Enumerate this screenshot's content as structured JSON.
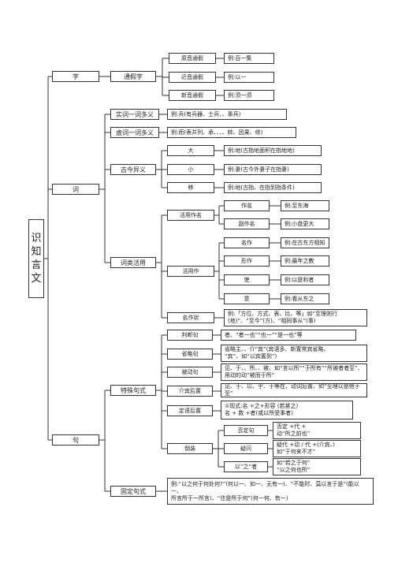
{
  "root": "识知言文",
  "branches": {
    "zi": "字",
    "ci": "词",
    "ju": "句"
  },
  "zi": {
    "tongjiazi": "通假字",
    "items": [
      {
        "label": "原音通假",
        "example": "例:百一集"
      },
      {
        "label": "近音通假",
        "example": "例:以一"
      },
      {
        "label": "新音通假",
        "example": "例:须一须"
      }
    ]
  },
  "ci": {
    "shici": {
      "label": "实词一词多义",
      "example": "例:兵(有兵器、士兵、、事兵)"
    },
    "xuci": {
      "label": "虚词一词多义",
      "example": "例:而(表并列、承、、、、转、因果、修)"
    },
    "gujin": {
      "label": "古今异义",
      "items": [
        {
          "label": "大",
          "example": "例:地(古指地面积在指地地)"
        },
        {
          "label": "小",
          "example": "例:妻(古今外妻子在指妻)"
        },
        {
          "label": "移",
          "example": "例:地(古指、在指到指条件)"
        }
      ]
    },
    "huoyong": {
      "label": "词类活用",
      "mingci": {
        "label": "活用作名",
        "items": [
          {
            "label": "作名",
            "example": "例:至东海"
          },
          {
            "label": "副作名",
            "example": "例:小盘更大"
          }
        ]
      },
      "dongci": {
        "label": "活用作",
        "items": [
          {
            "label": "名作",
            "example": "例:在古东方相知"
          },
          {
            "label": "形作",
            "example": "例:最年之教"
          },
          {
            "label": "使",
            "example": "例:以是利者"
          },
          {
            "label": "意",
            "example": "例:看从东之"
          }
        ]
      },
      "mingzuo": {
        "label": "名作状",
        "example": "例:「方位、方式、表、比、等」如“至理则行(地)”、“至今”(方)、“相同事从”(事)"
      }
    }
  },
  "ju": {
    "teshu": {
      "label": "特殊句式",
      "items": [
        {
          "label": "判断句",
          "example": "者、“者一也”“也一”“是一也”等"
        },
        {
          "label": "省略句",
          "example": "省略主、、介“宾”(宾语多、新置常宾省略、\n“宾”、如“以宾置到”)"
        },
        {
          "label": "被动句",
          "example": "见、于、、所、、被、如“言以所”“于所有”“所被者者至”、\n用动的动“被而于所”"
        },
        {
          "label": "介宾后置",
          "example": "见、于、以、乎、于等在、动词后置、如“至理以是他于至”"
        },
        {
          "label": "定语后置",
          "example": "①现式:名 +之+形容 (若甚之)\n            名 +  数  +者(或以所受事者)"
        }
      ],
      "daozhi": {
        "label": "倒装",
        "items": [
          {
            "label": "否定句",
            "example": "否定 +代 +\n动“所之前也”"
          },
          {
            "label": "疑问",
            "example": "疑代 +动 / 代 +(介宾、)\n如“于何来不才”"
          },
          {
            "label": "以“之”者",
            "example": "如“若之于何”\n“以之何也所”"
          }
        ]
      }
    },
    "guding": {
      "label": "固定句式",
      "example": "例:“以之何于何处何?”(何以一、如一、无有一)、“不能时、莫以言于是”(能以一、\n所言所于一所言)、“往是所于何”(何一何、有一)"
    }
  }
}
